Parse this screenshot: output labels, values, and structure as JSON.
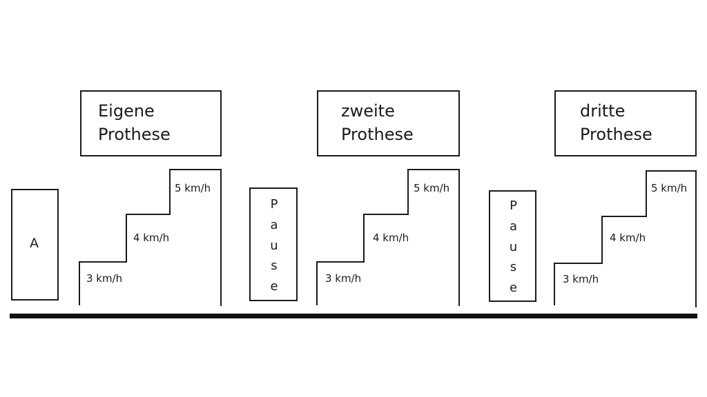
{
  "phases": [
    {
      "title_line1": "Eigene",
      "title_line2": "Prothese",
      "speeds": [
        "3 km/h",
        "4 km/h",
        "5 km/h"
      ]
    },
    {
      "title_line1": "zweite",
      "title_line2": "Prothese",
      "speeds": [
        "3 km/h",
        "4 km/h",
        "5 km/h"
      ]
    },
    {
      "title_line1": "dritte",
      "title_line2": "Prothese",
      "speeds": [
        "3 km/h",
        "4 km/h",
        "5 km/h"
      ]
    }
  ],
  "start_box": {
    "label": "A"
  },
  "pause_boxes": [
    {
      "letters": [
        "P",
        "a",
        "u",
        "s",
        "e"
      ]
    },
    {
      "letters": [
        "P",
        "a",
        "u",
        "s",
        "e"
      ]
    }
  ],
  "colors": {
    "stroke": "#1a1a1a",
    "background": "#ffffff"
  }
}
